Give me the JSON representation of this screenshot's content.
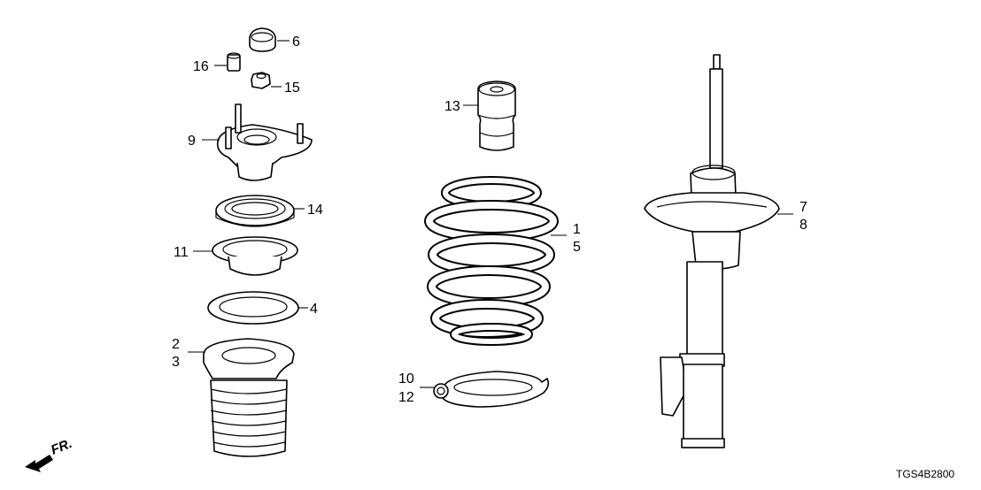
{
  "callouts": {
    "c1": "1",
    "c2": "2",
    "c3": "3",
    "c4": "4",
    "c5": "5",
    "c6": "6",
    "c7": "7",
    "c8": "8",
    "c9": "9",
    "c10": "10",
    "c11": "11",
    "c12": "12",
    "c13": "13",
    "c14": "14",
    "c15": "15",
    "c16": "16"
  },
  "direction_label": "FR.",
  "diagram_code": "TGS4B2800"
}
